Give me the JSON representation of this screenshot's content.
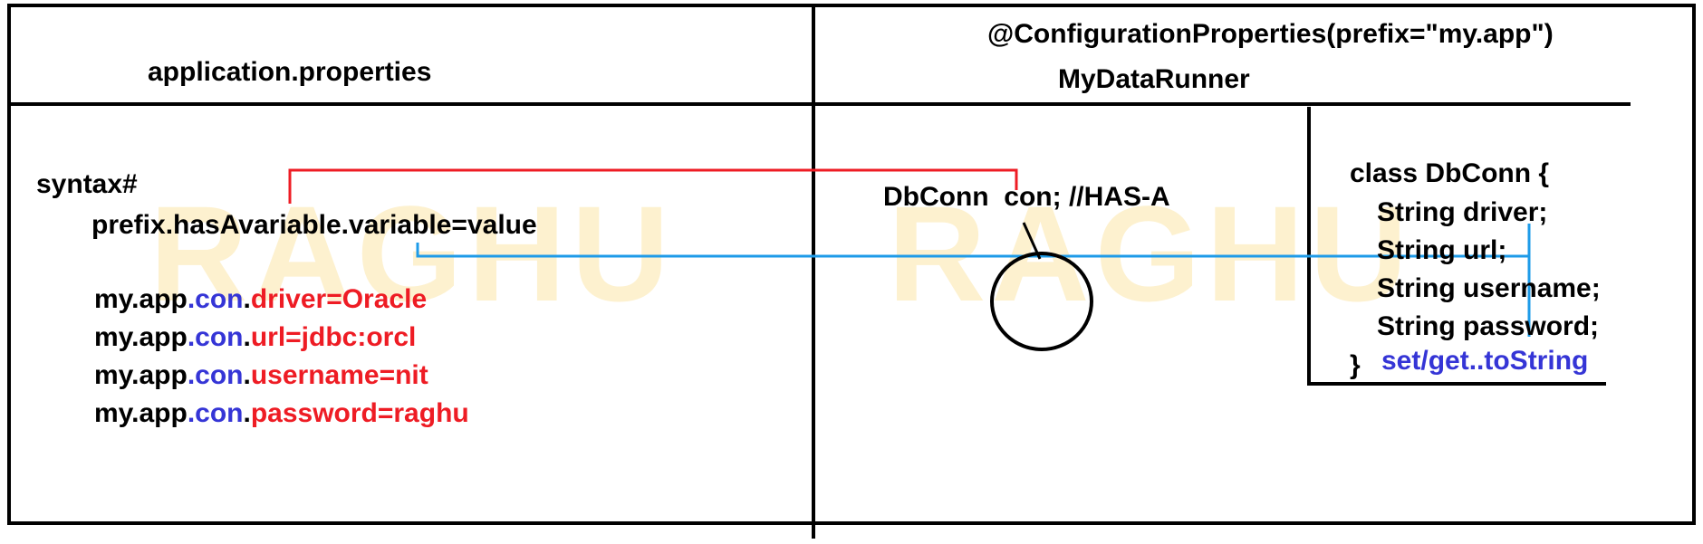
{
  "watermark": "RAGHU",
  "left_panel": {
    "header": "application.properties",
    "syntax_label": "syntax#",
    "syntax_line": "prefix.hasAvariable.variable=value",
    "properties": [
      {
        "prefix": "my.app",
        "var": ".con",
        "dot": ".",
        "kv": "driver=Oracle"
      },
      {
        "prefix": "my.app",
        "var": ".con",
        "dot": ".",
        "kv": "url=jdbc:orcl"
      },
      {
        "prefix": "my.app",
        "var": ".con",
        "dot": ".",
        "kv": "username=nit"
      },
      {
        "prefix": "my.app",
        "var": ".con",
        "dot": ".",
        "kv": "password=raghu"
      }
    ]
  },
  "right_panel": {
    "annotation": "@ConfigurationProperties(prefix=\"my.app\")",
    "class_name": "MyDataRunner",
    "field": "DbConn  con; //HAS-A",
    "inner_class": {
      "header": "class DbConn {",
      "fields": [
        "String driver;",
        "String url;",
        "String username;",
        "String password;"
      ],
      "closing": "}",
      "note": "set/get..toString"
    }
  },
  "colors": {
    "red": "#ee1c24",
    "blue": "#3535d6",
    "connector_blue": "#1e9be8",
    "line": "#000000"
  }
}
